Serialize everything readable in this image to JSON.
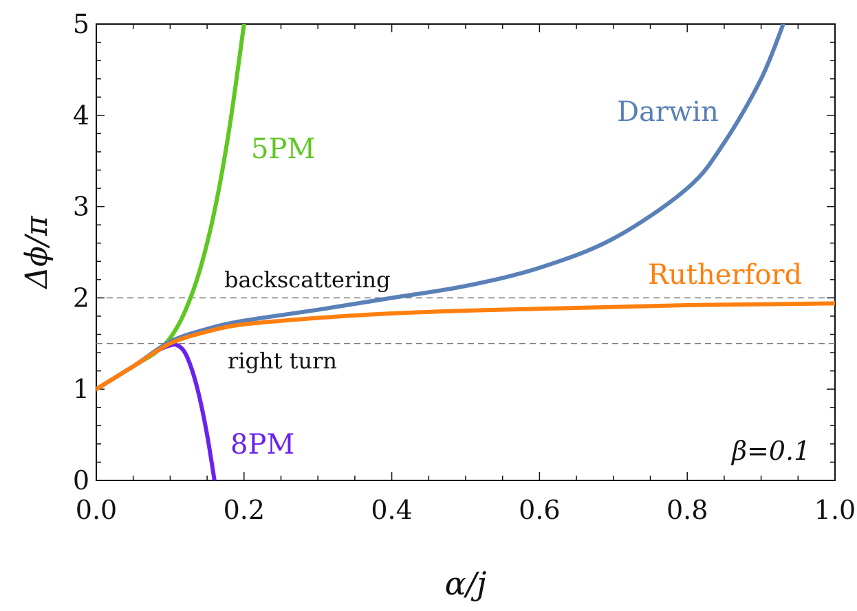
{
  "chart_data": {
    "type": "line",
    "title": "",
    "xlabel": "α/j",
    "ylabel": "Δϕ/π",
    "xlim": [
      0.0,
      1.0
    ],
    "ylim": [
      0,
      5
    ],
    "grid": false,
    "x_ticks": [
      "0.0",
      "0.2",
      "0.4",
      "0.6",
      "0.8",
      "1.0"
    ],
    "y_ticks": [
      "0",
      "1",
      "2",
      "3",
      "4",
      "5"
    ],
    "reference_lines": [
      {
        "y": 2.0,
        "label": "backscattering",
        "style": "dashed"
      },
      {
        "y": 1.5,
        "label": "right turn",
        "style": "dashed"
      }
    ],
    "parameter_label": "β=0.1",
    "series": [
      {
        "name": "5PM",
        "color": "#5ec721",
        "points": [
          [
            0.0,
            1.0
          ],
          [
            0.02,
            1.1
          ],
          [
            0.04,
            1.2
          ],
          [
            0.06,
            1.3
          ],
          [
            0.08,
            1.4
          ],
          [
            0.1,
            1.56
          ],
          [
            0.12,
            1.85
          ],
          [
            0.14,
            2.3
          ],
          [
            0.16,
            2.95
          ],
          [
            0.18,
            3.85
          ],
          [
            0.2,
            5.0
          ]
        ]
      },
      {
        "name": "8PM",
        "color": "#6a22ee",
        "points": [
          [
            0.0,
            1.0
          ],
          [
            0.02,
            1.1
          ],
          [
            0.04,
            1.2
          ],
          [
            0.06,
            1.3
          ],
          [
            0.08,
            1.41
          ],
          [
            0.1,
            1.48
          ],
          [
            0.11,
            1.48
          ],
          [
            0.12,
            1.4
          ],
          [
            0.13,
            1.2
          ],
          [
            0.14,
            0.9
          ],
          [
            0.15,
            0.5
          ],
          [
            0.16,
            0.0
          ]
        ]
      },
      {
        "name": "Darwin",
        "color": "#5a80b8",
        "points": [
          [
            0.0,
            1.0
          ],
          [
            0.05,
            1.25
          ],
          [
            0.1,
            1.52
          ],
          [
            0.15,
            1.66
          ],
          [
            0.2,
            1.75
          ],
          [
            0.3,
            1.87
          ],
          [
            0.4,
            2.0
          ],
          [
            0.5,
            2.13
          ],
          [
            0.6,
            2.33
          ],
          [
            0.7,
            2.65
          ],
          [
            0.8,
            3.2
          ],
          [
            0.85,
            3.7
          ],
          [
            0.9,
            4.4
          ],
          [
            0.93,
            5.0
          ]
        ]
      },
      {
        "name": "Rutherford",
        "color": "#ff7f0e",
        "points": [
          [
            0.0,
            1.0
          ],
          [
            0.05,
            1.25
          ],
          [
            0.1,
            1.5
          ],
          [
            0.15,
            1.63
          ],
          [
            0.2,
            1.71
          ],
          [
            0.3,
            1.78
          ],
          [
            0.4,
            1.83
          ],
          [
            0.5,
            1.86
          ],
          [
            0.6,
            1.88
          ],
          [
            0.7,
            1.9
          ],
          [
            0.8,
            1.92
          ],
          [
            0.9,
            1.93
          ],
          [
            1.0,
            1.94
          ]
        ]
      }
    ],
    "series_label_text": {
      "5PM": "5PM",
      "8PM": "8PM",
      "Darwin": "Darwin",
      "Rutherford": "Rutherford"
    }
  }
}
